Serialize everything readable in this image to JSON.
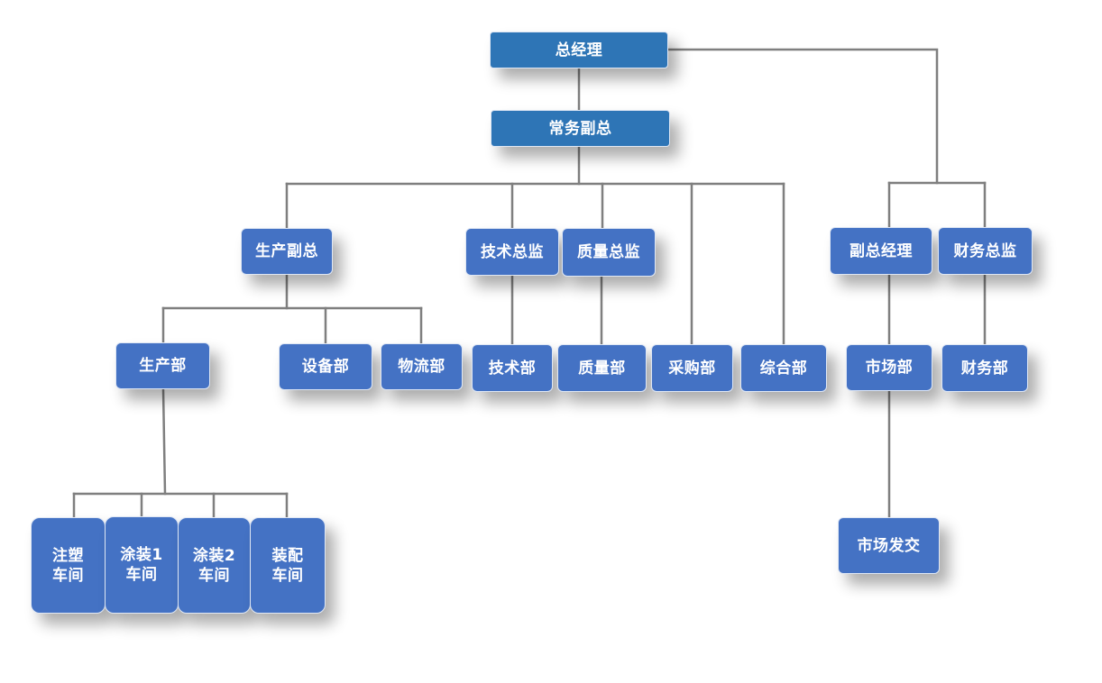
{
  "nodes": {
    "gm": "总经理",
    "exec_vp": "常务副总",
    "prod_vp": "生产副总",
    "tech_director": "技术总监",
    "quality_director": "质量总监",
    "deputy_gm": "副总经理",
    "finance_director": "财务总监",
    "prod_dept": "生产部",
    "equipment_dept": "设备部",
    "logistics_dept": "物流部",
    "tech_dept": "技术部",
    "quality_dept": "质量部",
    "purchase_dept": "采购部",
    "general_dept": "综合部",
    "market_dept": "市场部",
    "finance_dept": "财务部",
    "molding_shop": "注塑\n车间",
    "coating1_shop": "涂装1\n车间",
    "coating2_shop": "涂装2\n车间",
    "assembly_shop": "装配\n车间",
    "market_delivery": "市场发交"
  },
  "colors": {
    "header_box": "#2e75b6",
    "box": "#4472c4",
    "connector": "#7f7f7f",
    "text": "#ffffff"
  }
}
